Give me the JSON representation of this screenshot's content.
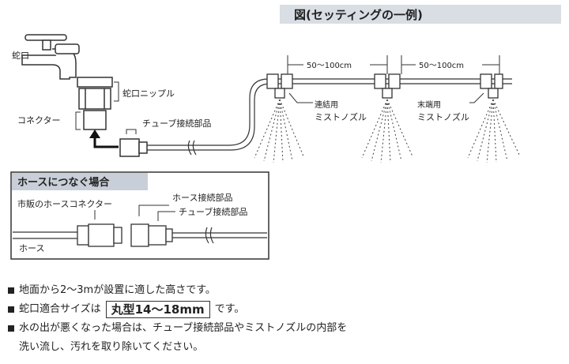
{
  "diagram": {
    "title": "図(セッティングの一例)",
    "labels": {
      "faucet": "蛇口",
      "faucet_nipple": "蛇口ニップル",
      "connector": "コネクター",
      "tube_part": "チューブ接続部品",
      "span1": "50～100cm",
      "span2": "50～100cm",
      "nozzle_mid_1": "連結用",
      "nozzle_mid_2": "ミストノズル",
      "nozzle_end_1": "末端用",
      "nozzle_end_2": "ミストノズル"
    },
    "inset": {
      "title": "ホースにつなぐ場合",
      "market_connector": "市販のホースコネクター",
      "hose_part": "ホース接続部品",
      "tube_part": "チューブ接続部品",
      "hose": "ホース"
    }
  },
  "notes": {
    "line1": "地面から2～3mが設置に適した高さです。",
    "line2_prefix": "蛇口適合サイズは",
    "line2_box": "丸型14～18mm",
    "line2_suffix": "です。",
    "line3": "水の出が悪くなった場合は、チューブ接続部品やミストノズルの内部を",
    "line4": "洗い流し、汚れを取り除いてください。"
  },
  "colors": {
    "title_bar": "#d9dde4",
    "inset_bar": "#c9cfd8",
    "line": "#333333"
  }
}
